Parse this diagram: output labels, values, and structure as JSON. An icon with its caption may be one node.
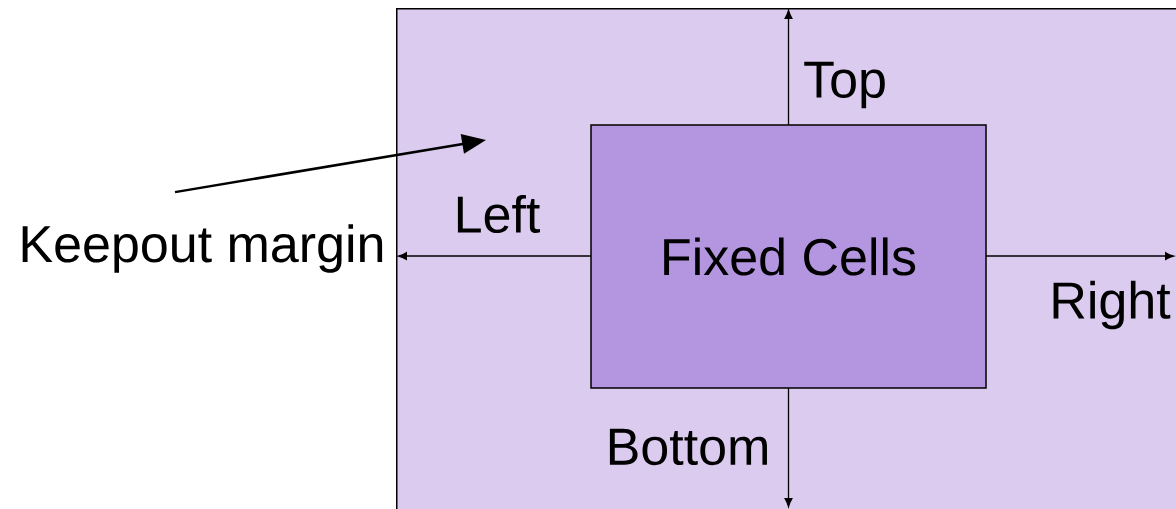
{
  "diagram": {
    "nodes": [
      {
        "text": [],
        "shape": "box"
      },
      {
        "text": [
          "Fixed Cells"
        ],
        "in": 0
      },
      {
        "text": [
          "Keepout margin"
        ]
      }
    ],
    "edges": [
      {
        "from": 2,
        "to": 0,
        "arrow": "to"
      }
    ],
    "labels": [
      "Top",
      "Left",
      "Right",
      "Bottom"
    ]
  }
}
